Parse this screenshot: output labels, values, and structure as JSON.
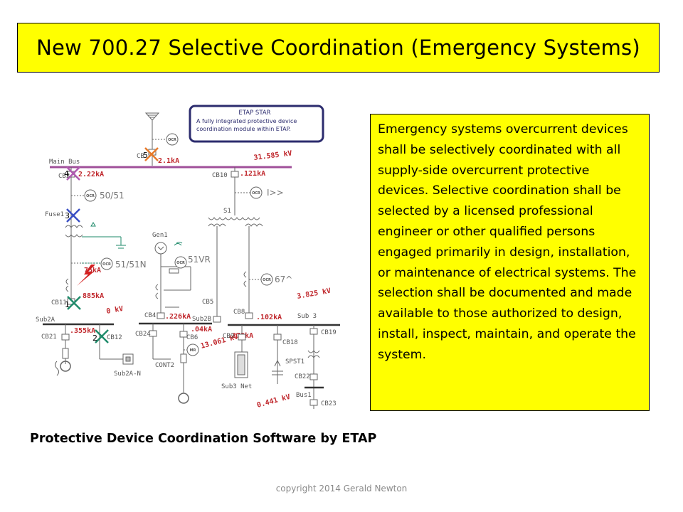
{
  "slide": {
    "title": "New  700.27 Selective Coordination (Emergency Systems)",
    "body_text": "Emergency systems overcurrent devices shall be selectively coordinated with all supply-side overcurrent protective devices. Selective coordination shall be selected by a licensed professional engineer or other qualified persons engaged primarily in design, installation, or maintenance of electrical systems.  The selection shall be documented and made available to those authorized to design, install, inspect, maintain, and operate the system.",
    "caption": "Protective Device Coordination Software by ETAP",
    "copyright": "copyright 2014 Gerald Newton"
  },
  "diagram": {
    "star_box": {
      "title": "ETAP STAR",
      "line1": "A fully integrated protective device",
      "line2": "coordination module within ETAP."
    },
    "bus_labels": {
      "main_bus": "Main Bus",
      "sub2a": "Sub2A",
      "sub2b": "Sub2B",
      "sub3": "Sub 3",
      "sub2a_n": "Sub2A-N",
      "sub3_net": "Sub3 Net",
      "bus1": "Bus1"
    },
    "device_labels": {
      "cb3": "CB3",
      "cb4": "CB4",
      "cb10": "CB10",
      "fuse1": "Fuse1",
      "s1": "S1",
      "gen1": "Gen1",
      "cb11": "CB11",
      "cb5": "CB5",
      "cb8": "CB8",
      "cb21": "CB21",
      "cb12": "CB12",
      "cb24": "CB24",
      "cb6": "CB6",
      "cb9": "CB9",
      "cb18": "CB18",
      "cb19": "CB19",
      "spst1": "SPST1",
      "cb22": "CB22",
      "cb23": "CB23",
      "cont2": "CONT2",
      "mr": "MR",
      "ocr": "OCR"
    },
    "relay_labels": {
      "r1": "50/51",
      "r2": "51/51N",
      "r3": "51VR",
      "r4": "67^",
      "r5": "I>>"
    },
    "values": {
      "v_2_1ka": "2.1kA",
      "v_2_22ka": "2.22kA",
      "v_121ka": ".121kA",
      "v_31kv": "31.585 kV",
      "v_75ka": "75kA",
      "v_885ka": "885kA",
      "v_0kv": "0 kV",
      "v_226ka": ".226kA",
      "v_273ka": ".273kA",
      "v_102ka": ".102kA",
      "v_3kv": "3.825 kV",
      "v_355ka": ".355kA",
      "v_04ka": ".04kA",
      "v_13kv": "13.061 kV",
      "v_0441kv": "0.441 kV"
    },
    "markers": {
      "m1": "1",
      "m2": "2",
      "m3": "3",
      "m4": "4",
      "m5": "5"
    },
    "colors": {
      "bus": "#a0509a",
      "value_red": "#c0282d",
      "star_border": "#2c2c6e",
      "marker_purple": "#b05ab0",
      "marker_blue": "#3a4fc4",
      "marker_green": "#1e8a6a",
      "marker_orange": "#e77a2a",
      "highlight": "#ffff00"
    }
  }
}
